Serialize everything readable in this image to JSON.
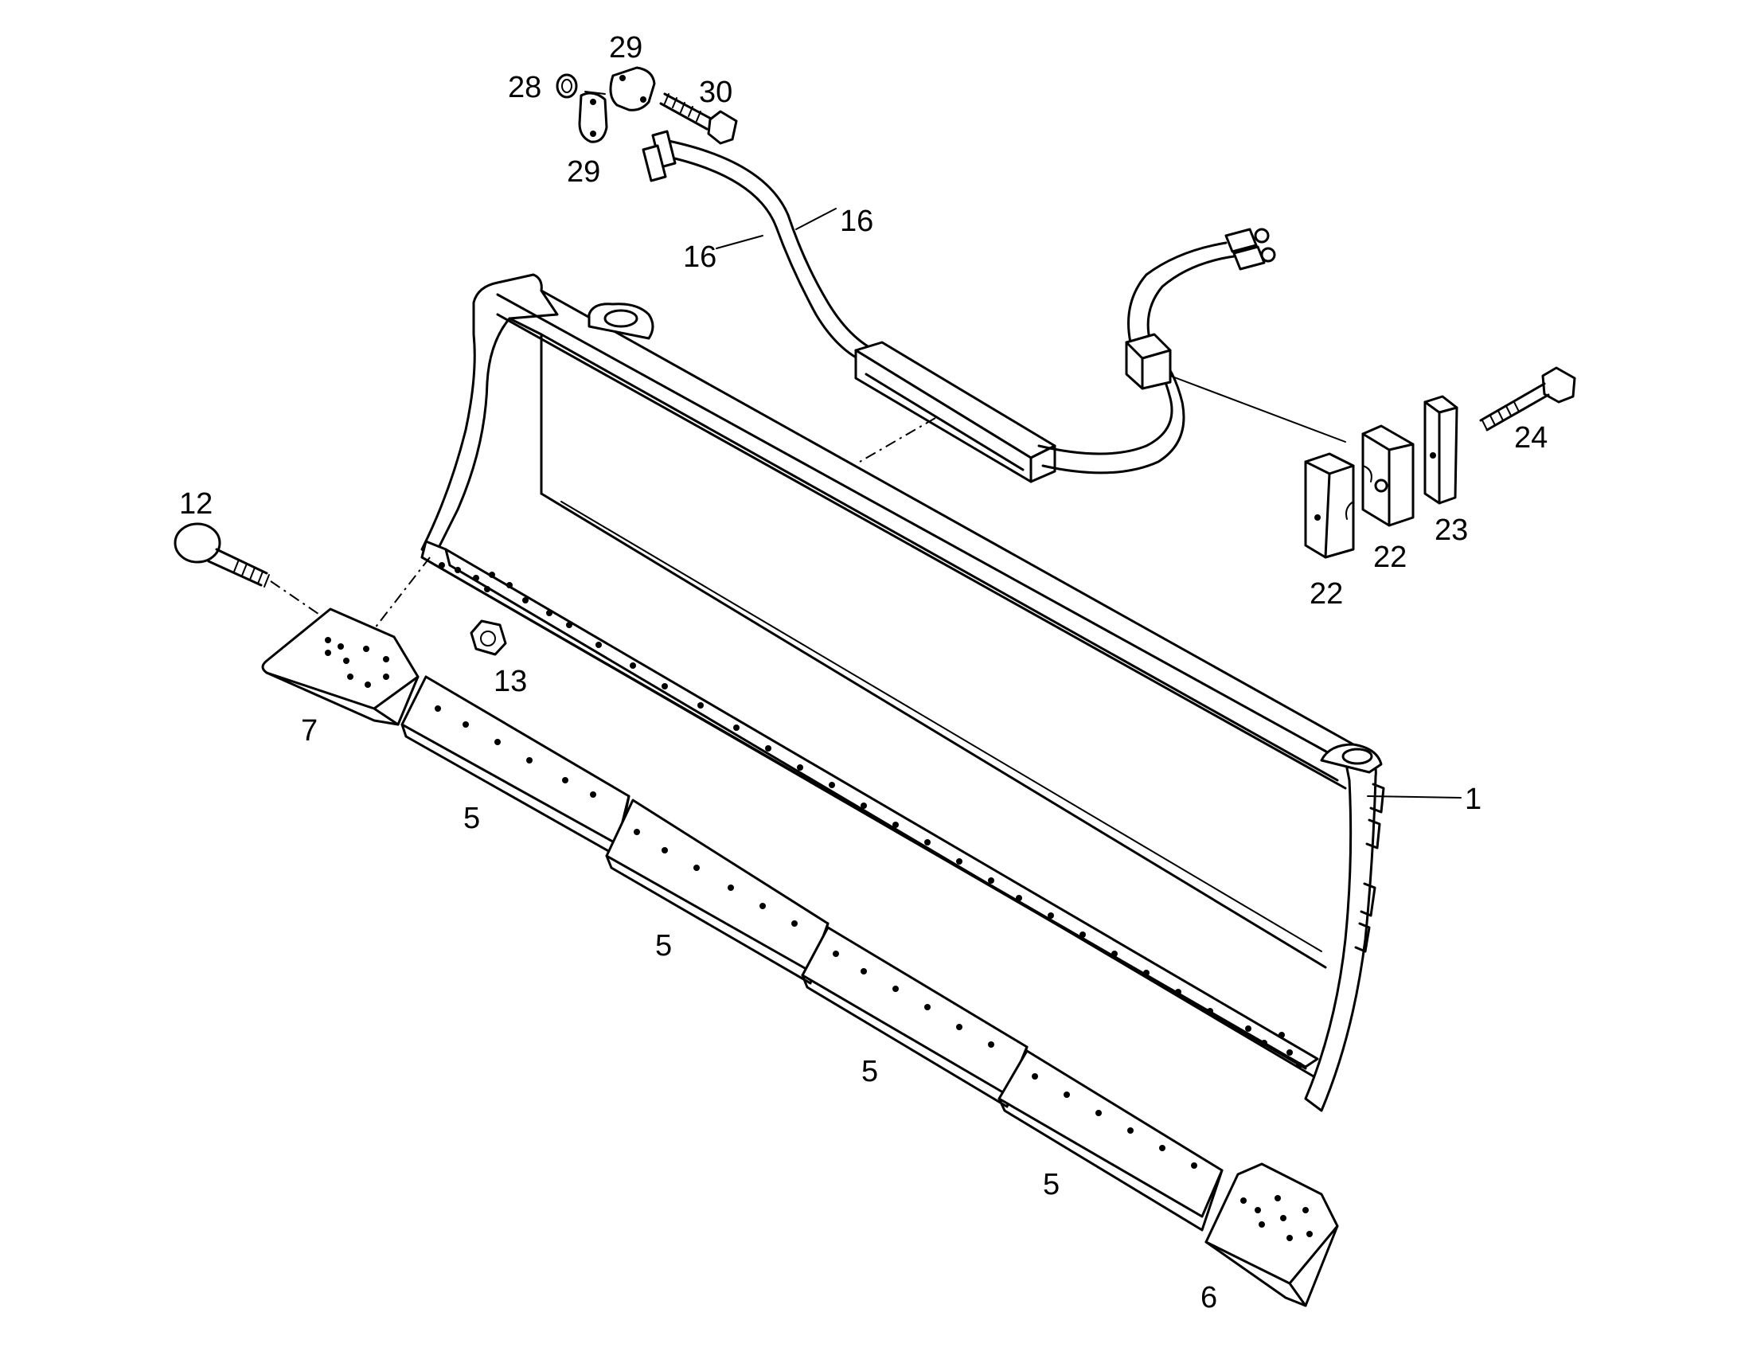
{
  "diagram": {
    "callouts": [
      {
        "id": "c1",
        "text": "1"
      },
      {
        "id": "c5a",
        "text": "5"
      },
      {
        "id": "c5b",
        "text": "5"
      },
      {
        "id": "c5c",
        "text": "5"
      },
      {
        "id": "c5d",
        "text": "5"
      },
      {
        "id": "c6",
        "text": "6"
      },
      {
        "id": "c7",
        "text": "7"
      },
      {
        "id": "c12",
        "text": "12"
      },
      {
        "id": "c13",
        "text": "13"
      },
      {
        "id": "c16a",
        "text": "16"
      },
      {
        "id": "c16b",
        "text": "16"
      },
      {
        "id": "c22a",
        "text": "22"
      },
      {
        "id": "c22b",
        "text": "22"
      },
      {
        "id": "c23",
        "text": "23"
      },
      {
        "id": "c24",
        "text": "24"
      },
      {
        "id": "c28",
        "text": "28"
      },
      {
        "id": "c29a",
        "text": "29"
      },
      {
        "id": "c29b",
        "text": "29"
      },
      {
        "id": "c30",
        "text": "30"
      }
    ]
  }
}
